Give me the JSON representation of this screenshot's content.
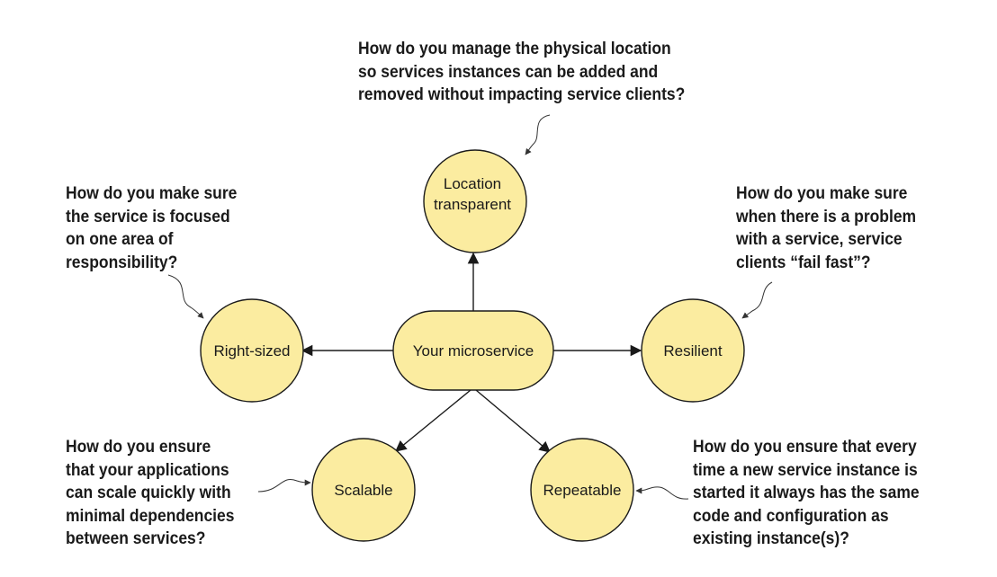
{
  "center": {
    "label": "Your microservice"
  },
  "nodes": {
    "location_transparent": {
      "line1": "Location",
      "line2": "transparent"
    },
    "right_sized": {
      "label": "Right-sized"
    },
    "resilient": {
      "label": "Resilient"
    },
    "scalable": {
      "label": "Scalable"
    },
    "repeatable": {
      "label": "Repeatable"
    }
  },
  "questions": {
    "location": "How do you manage the physical location\nso services instances can be added and\nremoved without impacting service clients?",
    "right_sized": "How do you make sure\nthe service is focused\non one area of\nresponsibility?",
    "resilient": "How do you make sure\nwhen there is a problem\nwith a service, service\nclients “fail fast”?",
    "scalable": "How do you ensure\nthat your applications\ncan scale quickly with\nminimal dependencies\nbetween services?",
    "repeatable": "How do you ensure that every\ntime a new service instance is\nstarted it always has the same\ncode and configuration as\nexisting instance(s)?"
  },
  "colors": {
    "node_fill": "#fbeca0",
    "stroke": "#1a1a1a"
  }
}
